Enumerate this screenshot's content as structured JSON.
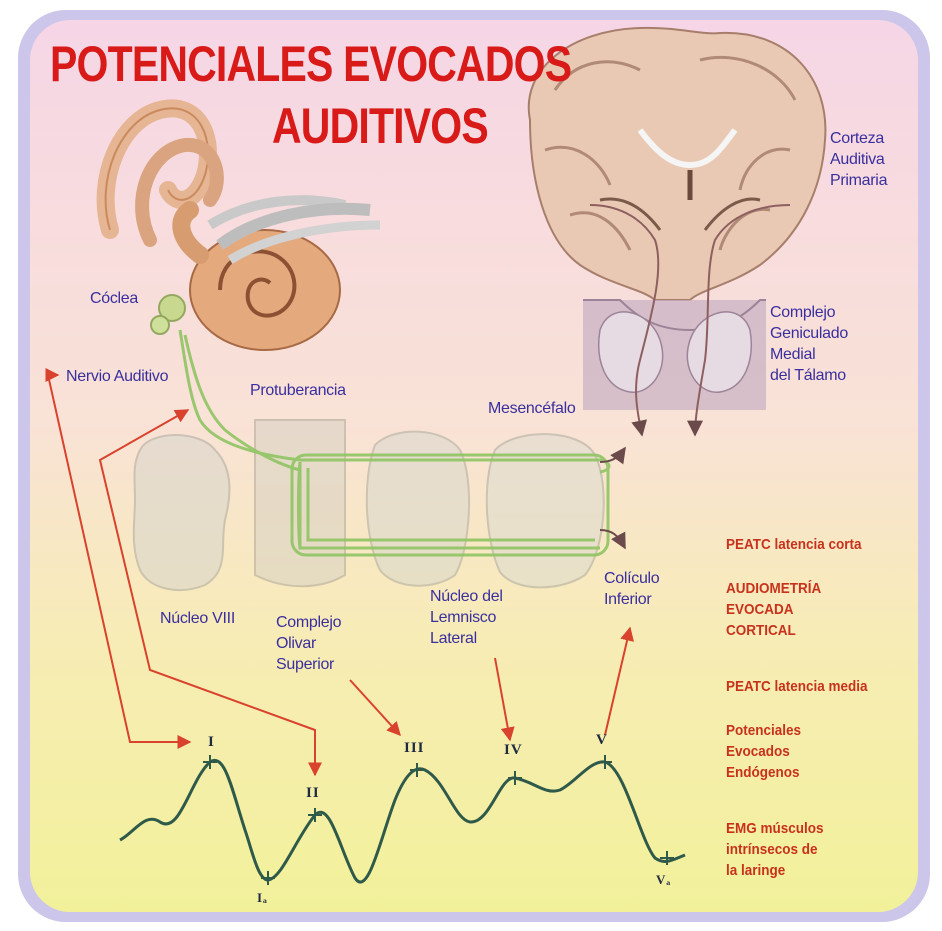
{
  "title": {
    "line1": "POTENCIALES EVOCADOS",
    "line2": "AUDITIVOS"
  },
  "anatomy_labels": {
    "coclea": "Cóclea",
    "nervio_auditivo": "Nervio Auditivo",
    "protuberancia": "Protuberancia",
    "mesencefalo": "Mesencéfalo",
    "corteza": "Corteza\nAuditiva\nPrimaria",
    "geniculado": "Complejo\nGeniculado\nMedial\ndel Tálamo",
    "nucleo_viii": "Núcleo VIII",
    "olivar": "Complejo\nOlivar\nSuperior",
    "lemnisco": "Núcleo del\nLemnisco\nLateral",
    "coliculo": "Colículo\nInferior"
  },
  "waves": {
    "I": "I",
    "Ia": "Iₐ",
    "II": "II",
    "III": "III",
    "IV": "IV",
    "V": "V",
    "Va": "Vₐ"
  },
  "legend": [
    "PEATC latencia corta",
    "AUDIOMETRÍA\nEVOCADA\nCORTICAL",
    "PEATC latencia media",
    "Potenciales\nEvocados\nEndógenos",
    "EMG músculos\nintrínsecos de\nla laringe"
  ],
  "colors": {
    "title": "#d81a18",
    "anatomy_text": "#3a2f9e",
    "legend_text": "#c8321c",
    "pathway": "#8fc463",
    "arrows": "#d9422c",
    "waveform": "#2f5a4a",
    "background_top": "#f7d9e4",
    "background_bottom": "#f5f0a0",
    "frame": "#c9c4e8"
  },
  "icons": {
    "cochlea": "cochlea-illustration",
    "brain": "coronal-brain-illustration",
    "thalamus": "thalamus-section-illustration",
    "brainstem": "brainstem-section-illustration"
  }
}
